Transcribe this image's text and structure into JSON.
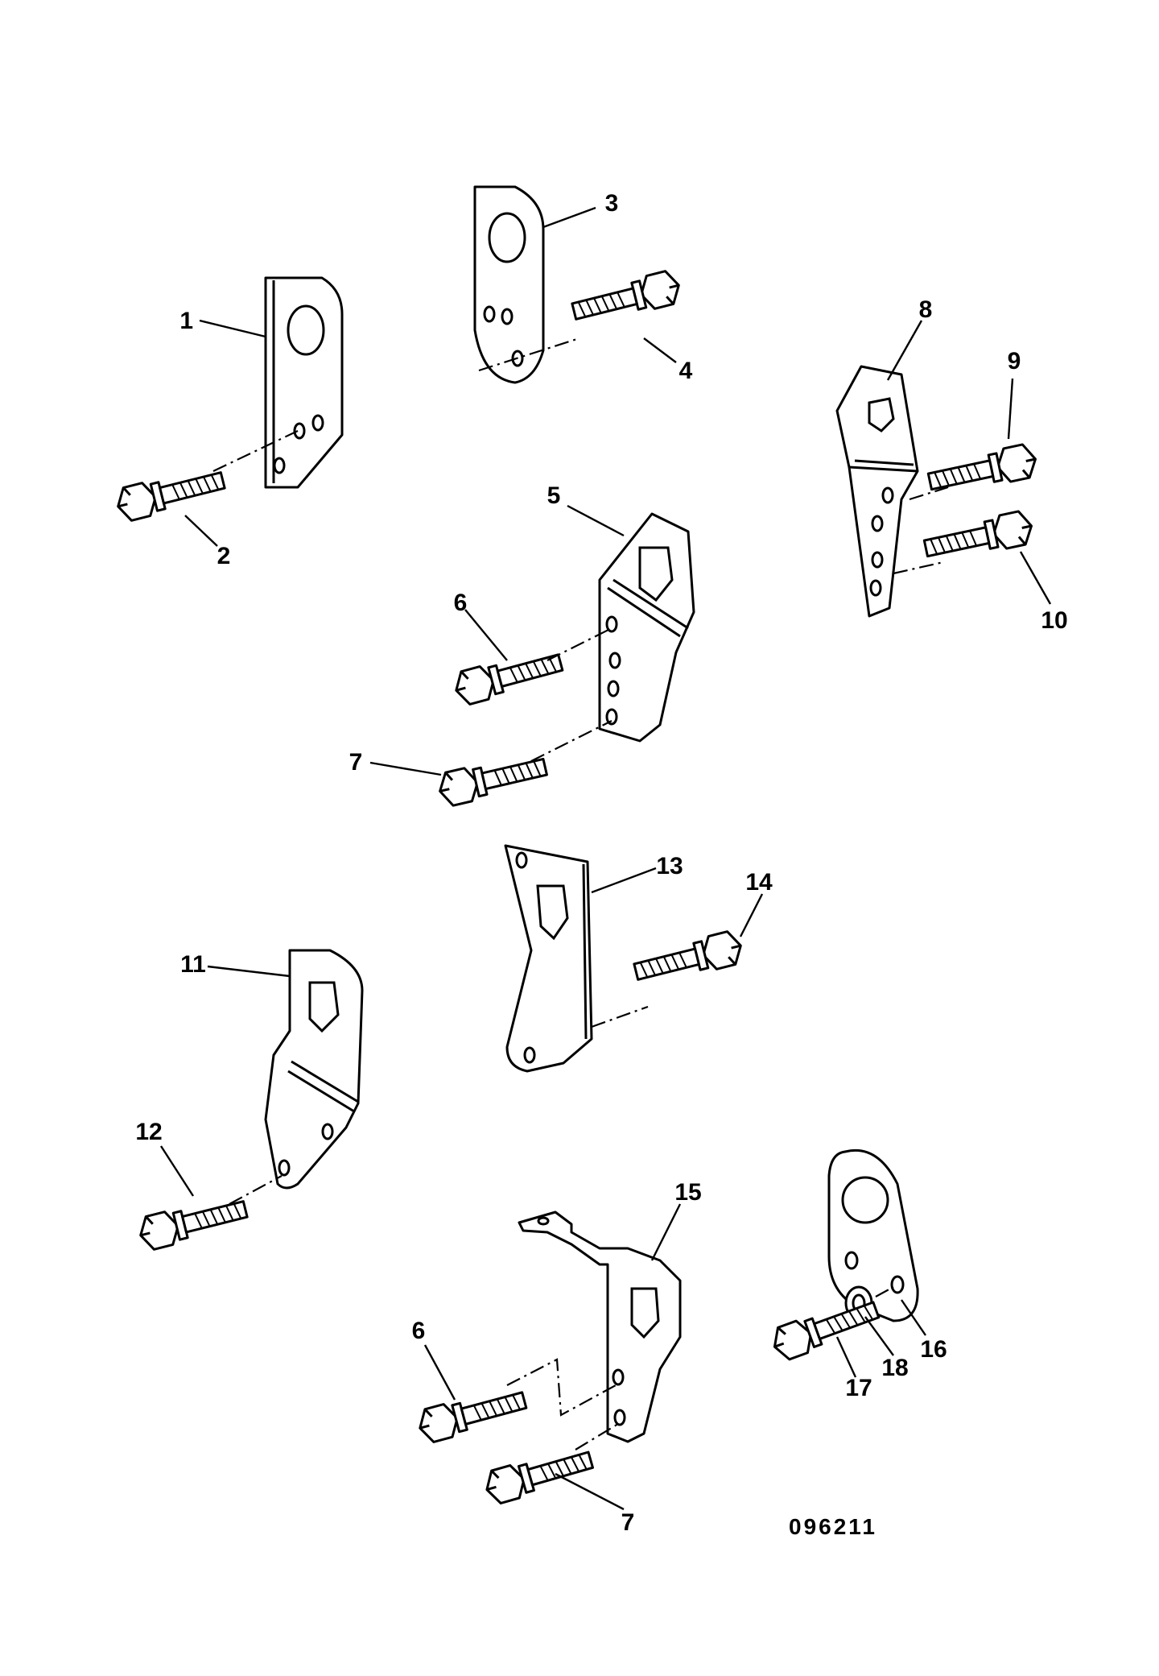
{
  "diagram": {
    "reference_number": "096211",
    "callouts": [
      "1",
      "2",
      "3",
      "4",
      "5",
      "6",
      "7",
      "8",
      "9",
      "10",
      "11",
      "12",
      "13",
      "14",
      "15",
      "6",
      "7",
      "16",
      "17",
      "18"
    ]
  }
}
